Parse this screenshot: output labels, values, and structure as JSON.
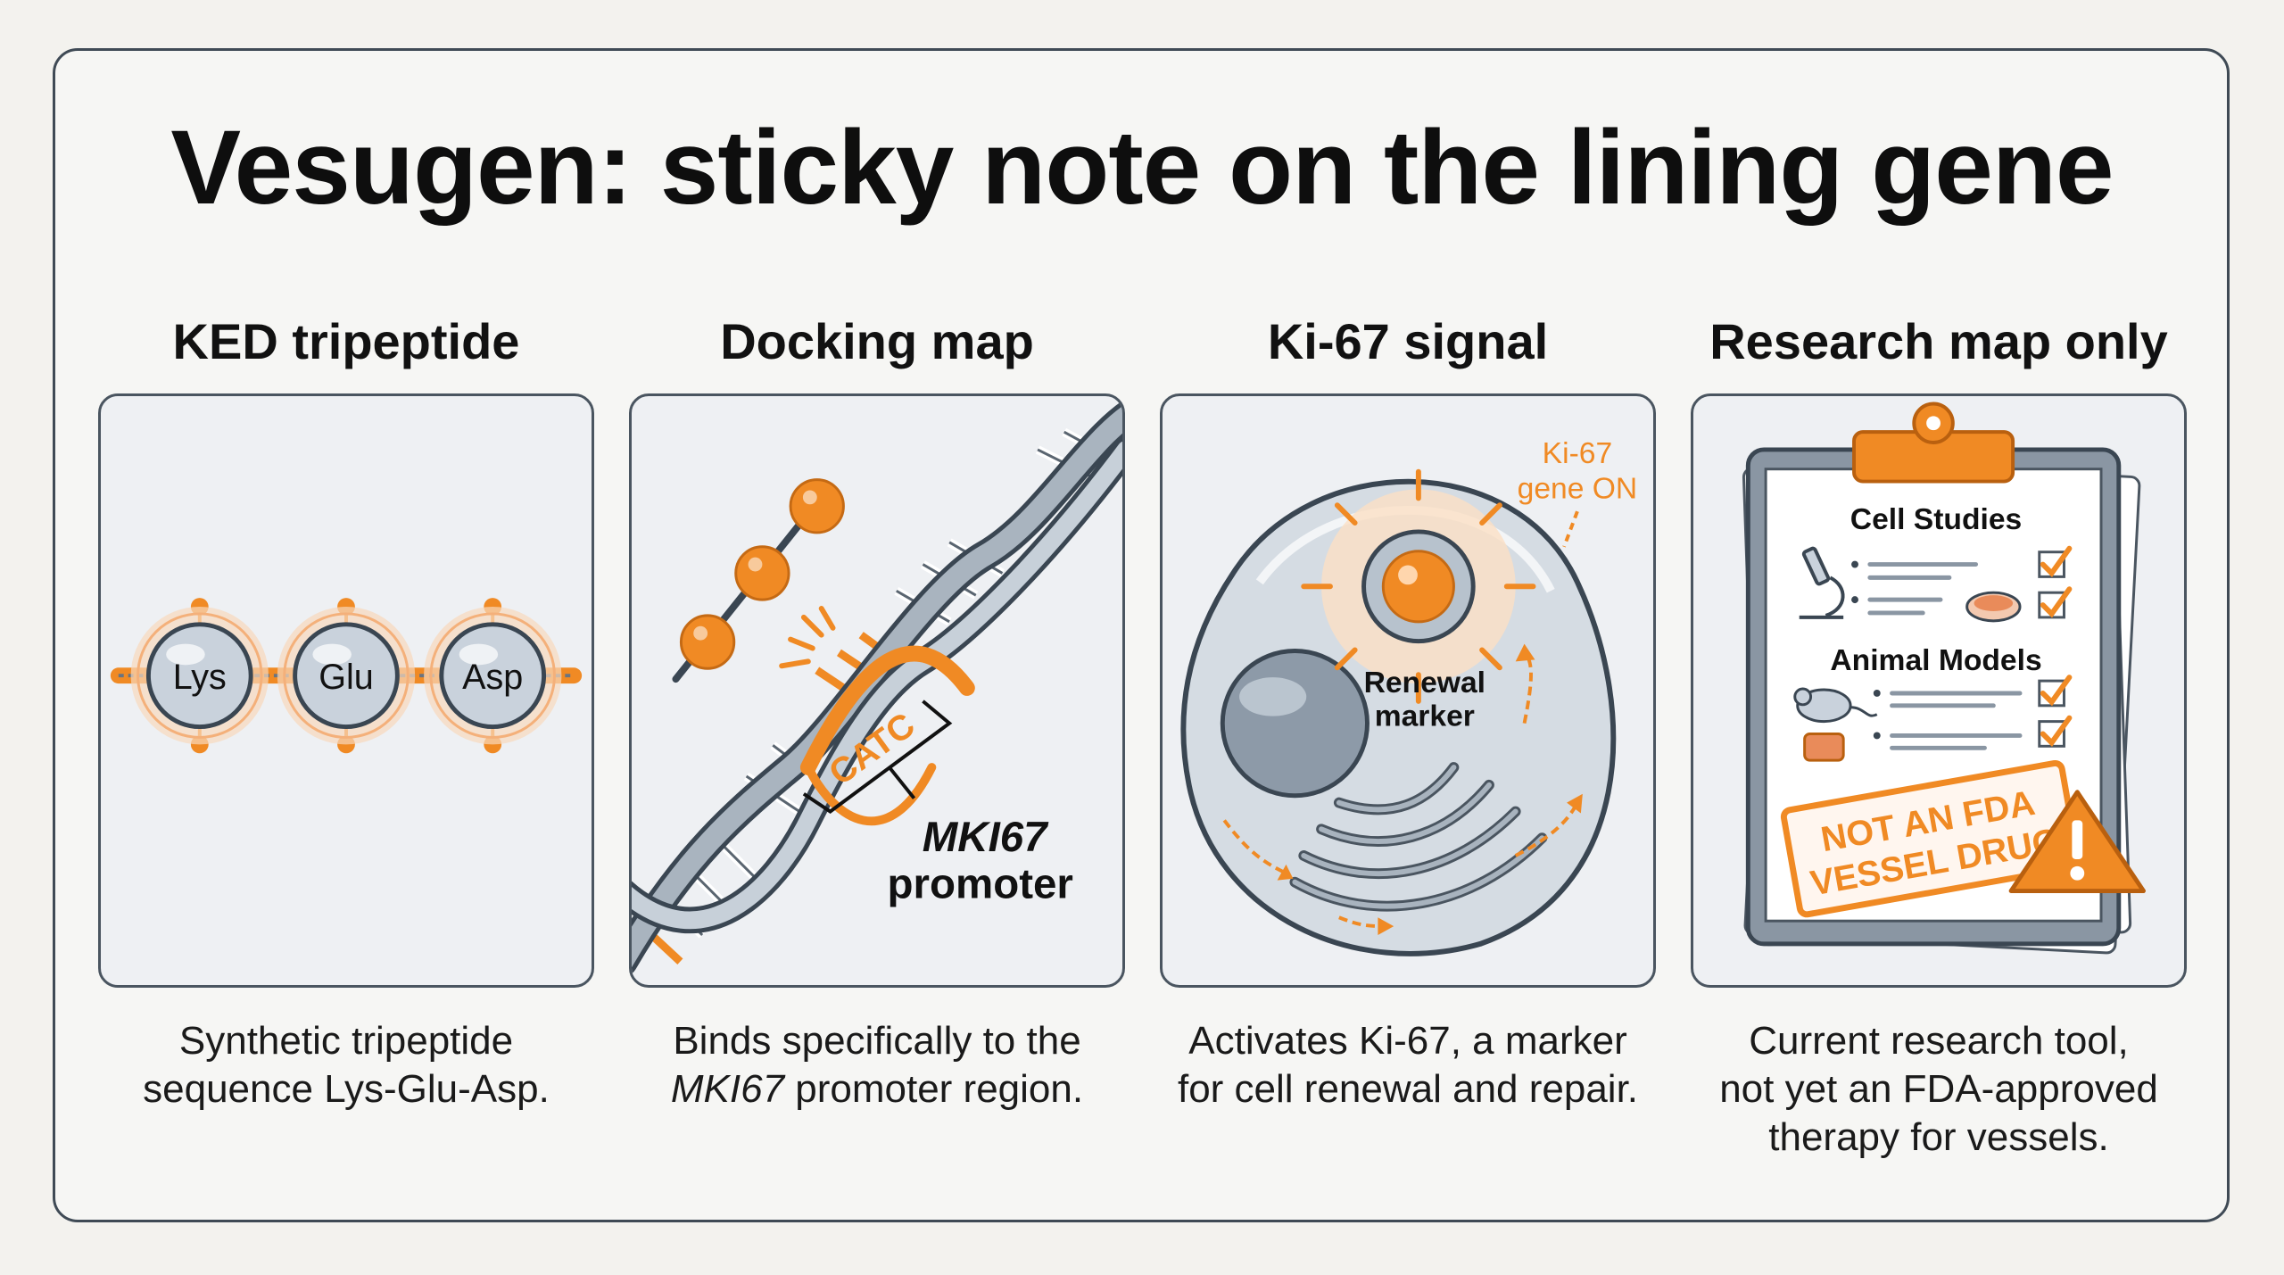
{
  "title": "Vesugen: sticky note on the lining gene",
  "panels": [
    {
      "heading": "KED tripeptide",
      "beads": [
        "Lys",
        "Glu",
        "Asp"
      ],
      "caption_line1": "Synthetic tripeptide",
      "caption_line2": "sequence Lys-Glu-Asp."
    },
    {
      "heading": "Docking map",
      "sequence": "CATC",
      "label_gene": "MKI67",
      "label_promoter": "promoter",
      "caption_line1": "Binds specifically to the",
      "caption_gene": "MKI67",
      "caption_line2_rest": " promoter region."
    },
    {
      "heading": "Ki-67 signal",
      "tag_line1": "Ki-67",
      "tag_line2": "gene ON",
      "marker_line1": "Renewal",
      "marker_line2": "marker",
      "caption_line1": "Activates Ki-67, a marker",
      "caption_line2": "for cell renewal and repair."
    },
    {
      "heading": "Research map only",
      "section1": "Cell Studies",
      "section2": "Animal Models",
      "stamp_line1": "NOT AN FDA",
      "stamp_line2": "VESSEL DRUG",
      "caption_line1": "Current research tool,",
      "caption_line2": "not yet an FDA-approved",
      "caption_line3": "therapy for vessels."
    }
  ],
  "colors": {
    "accent": "#f08a24",
    "ink": "#111111",
    "outline": "#4a5560",
    "panel_bg": "#eef0f3"
  },
  "icons": [
    "microscope-icon",
    "petri-dish-icon",
    "mouse-icon",
    "tissue-icon",
    "warning-icon",
    "checkbox-icon",
    "clipboard-icon",
    "dna-helix-icon",
    "cell-icon"
  ]
}
